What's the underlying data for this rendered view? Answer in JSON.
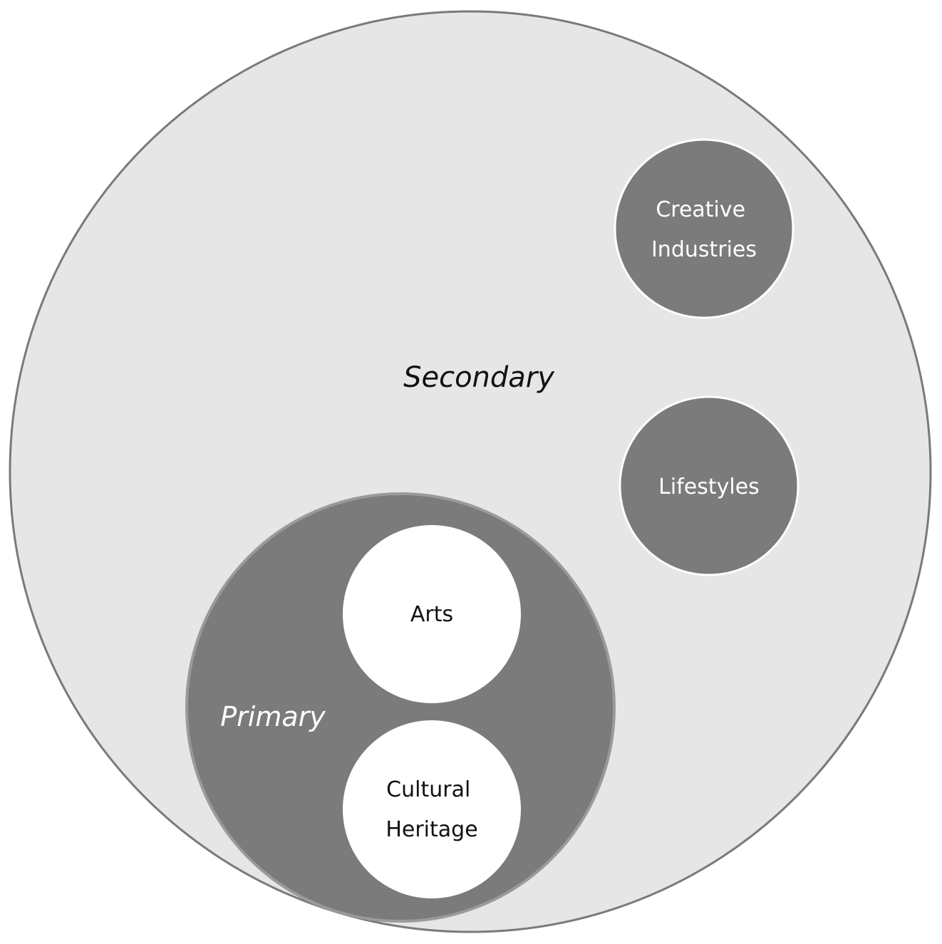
{
  "diagram": {
    "outer": {
      "label": "Secondary"
    },
    "primary": {
      "label": "Primary"
    },
    "arts": {
      "label": "Arts"
    },
    "heritage": {
      "line1": "Cultural",
      "line2": "Heritage"
    },
    "creative": {
      "line1": "Creative",
      "line2": "Industries"
    },
    "lifestyles": {
      "label": "Lifestyles"
    }
  },
  "colors": {
    "outer_fill": "#e6e6e6",
    "outer_stroke": "#7a7a7a",
    "dark_fill": "#7b7b7b",
    "primary_stroke": "#9a9a9a",
    "white": "#ffffff",
    "text_dark": "#111111",
    "text_light": "#ffffff"
  }
}
